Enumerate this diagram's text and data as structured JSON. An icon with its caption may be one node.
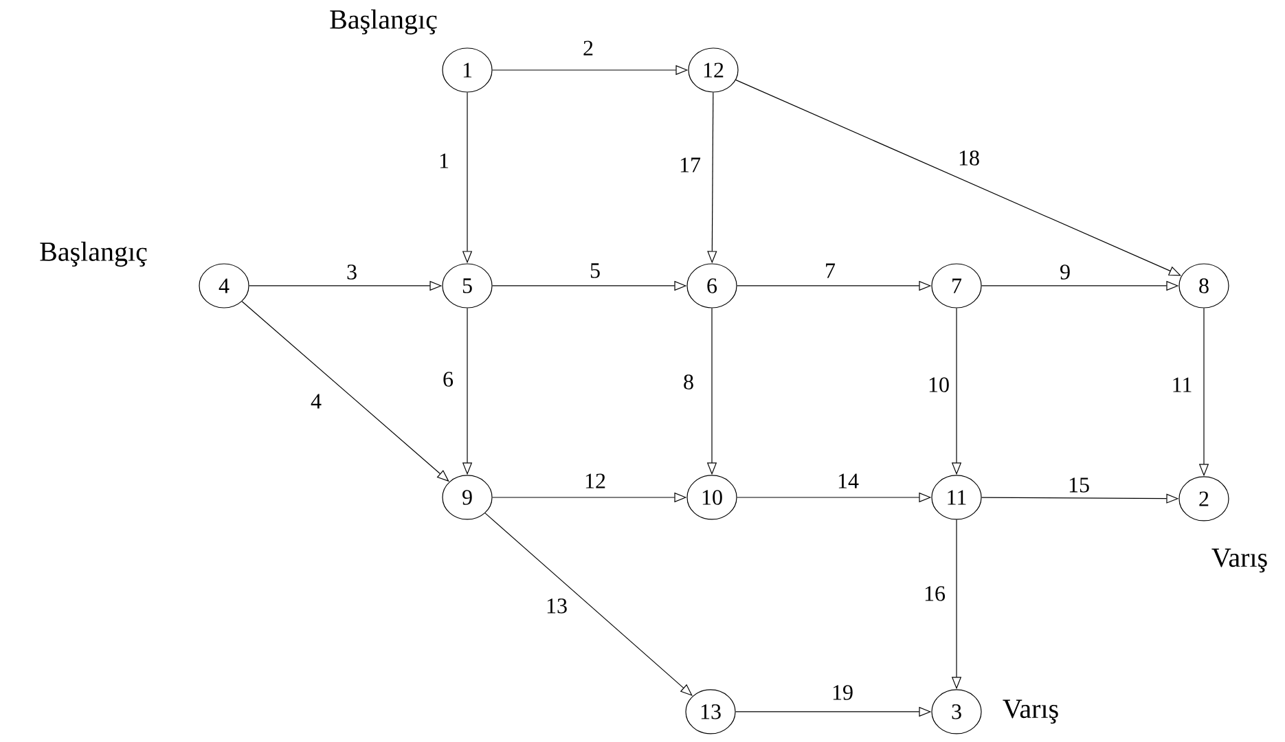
{
  "diagram": {
    "nodes": [
      {
        "text": [
          "1"
        ],
        "beside": [
          "Başlangıç"
        ]
      },
      {
        "text": [
          "12"
        ]
      },
      {
        "text": [
          "4"
        ],
        "beside": [
          "Başlangıç"
        ]
      },
      {
        "text": [
          "5"
        ]
      },
      {
        "text": [
          "6"
        ]
      },
      {
        "text": [
          "7"
        ]
      },
      {
        "text": [
          "8"
        ]
      },
      {
        "text": [
          "9"
        ]
      },
      {
        "text": [
          "10"
        ]
      },
      {
        "text": [
          "11"
        ]
      },
      {
        "text": [
          "2"
        ],
        "beside": [
          "Varış"
        ]
      },
      {
        "text": [
          "13"
        ]
      },
      {
        "text": [
          "3"
        ],
        "beside": [
          "Varış"
        ]
      }
    ],
    "edges": [
      {
        "from": 0,
        "to": 1,
        "arrow": "to",
        "label": "2"
      },
      {
        "from": 0,
        "to": 3,
        "arrow": "to",
        "label": "1"
      },
      {
        "from": 1,
        "to": 4,
        "arrow": "to",
        "label": "17"
      },
      {
        "from": 1,
        "to": 6,
        "arrow": "to",
        "label": "18"
      },
      {
        "from": 2,
        "to": 3,
        "arrow": "to",
        "label": "3"
      },
      {
        "from": 2,
        "to": 7,
        "arrow": "to",
        "label": "4"
      },
      {
        "from": 3,
        "to": 4,
        "arrow": "to",
        "label": "5"
      },
      {
        "from": 3,
        "to": 7,
        "arrow": "to",
        "label": "6"
      },
      {
        "from": 4,
        "to": 5,
        "arrow": "to",
        "label": "7"
      },
      {
        "from": 4,
        "to": 8,
        "arrow": "to",
        "label": "8"
      },
      {
        "from": 5,
        "to": 6,
        "arrow": "to",
        "label": "9"
      },
      {
        "from": 5,
        "to": 9,
        "arrow": "to",
        "label": "10"
      },
      {
        "from": 6,
        "to": 10,
        "arrow": "to",
        "label": "11"
      },
      {
        "from": 7,
        "to": 8,
        "arrow": "to",
        "label": "12"
      },
      {
        "from": 7,
        "to": 11,
        "arrow": "to",
        "label": "13"
      },
      {
        "from": 8,
        "to": 9,
        "arrow": "to",
        "label": "14"
      },
      {
        "from": 9,
        "to": 10,
        "arrow": "to",
        "label": "15"
      },
      {
        "from": 9,
        "to": 12,
        "arrow": "to",
        "label": "16"
      },
      {
        "from": 11,
        "to": 12,
        "arrow": "to",
        "label": "19"
      }
    ]
  }
}
